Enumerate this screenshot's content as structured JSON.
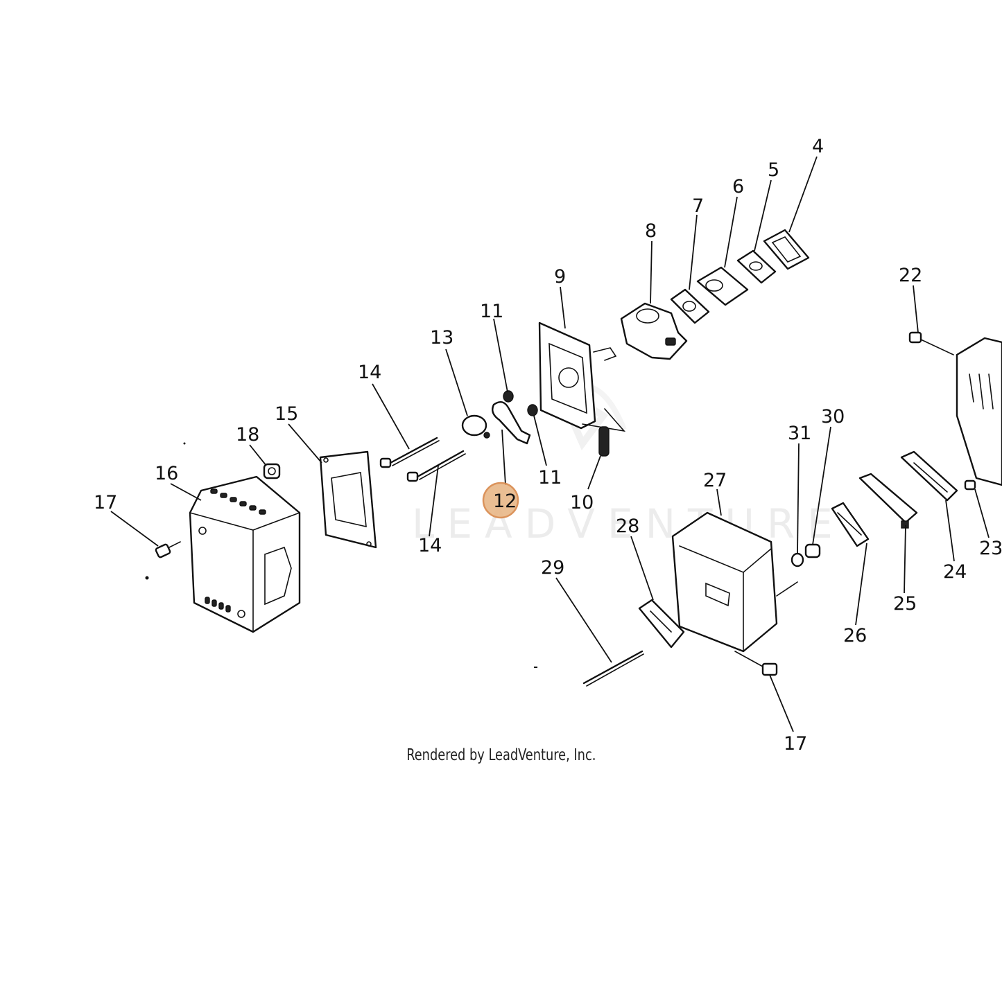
{
  "watermark": "LEADVENTURE",
  "credit": "Rendered by LeadVenture, Inc.",
  "highlight_color": "#e9b98a",
  "highlight_stroke": "#d98a4e",
  "callouts": [
    "4",
    "5",
    "6",
    "7",
    "8",
    "9",
    "10",
    "11",
    "11",
    "12",
    "13",
    "14",
    "14",
    "15",
    "16",
    "17",
    "17",
    "18",
    "22",
    "23",
    "24",
    "25",
    "26",
    "27",
    "28",
    "29",
    "30",
    "31"
  ],
  "highlighted_callout": "12"
}
